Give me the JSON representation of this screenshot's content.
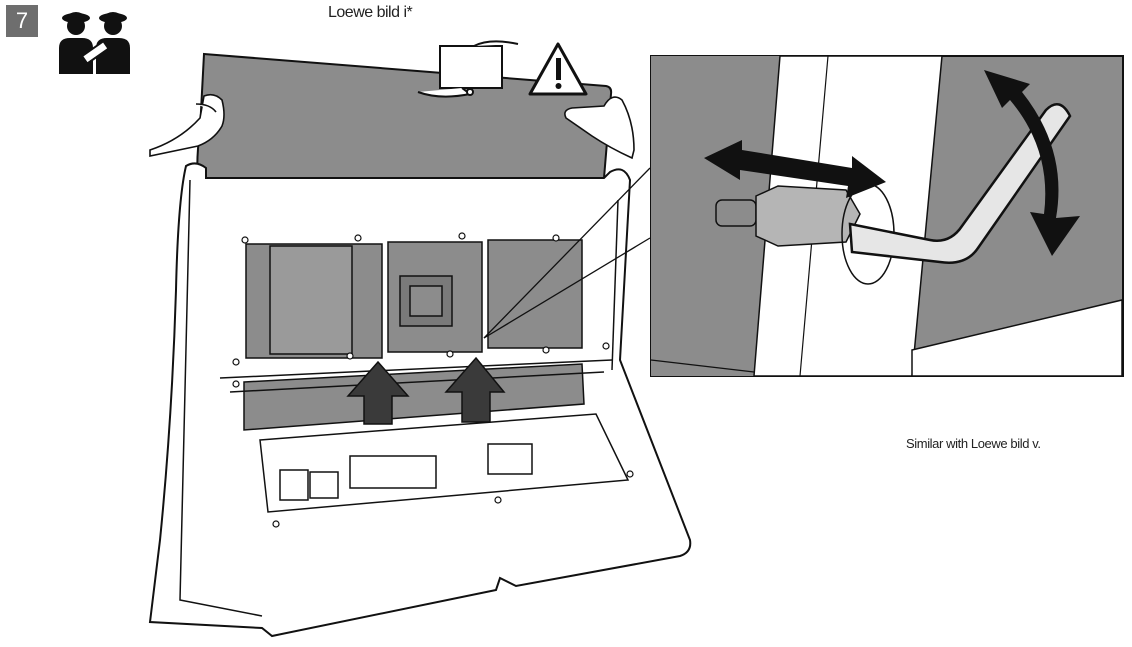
{
  "step_number": "7",
  "title": "Loewe bild i*",
  "note": "Similar with Loewe bild v.",
  "icons": [
    "two-person-icon",
    "caution-warning-icon",
    "handle-with-care-icon"
  ],
  "colors": {
    "badge": "#6e6e6e",
    "panel_gray": "#8c8c8c",
    "arrow_dark": "#3a3a3a",
    "line": "#111111"
  }
}
